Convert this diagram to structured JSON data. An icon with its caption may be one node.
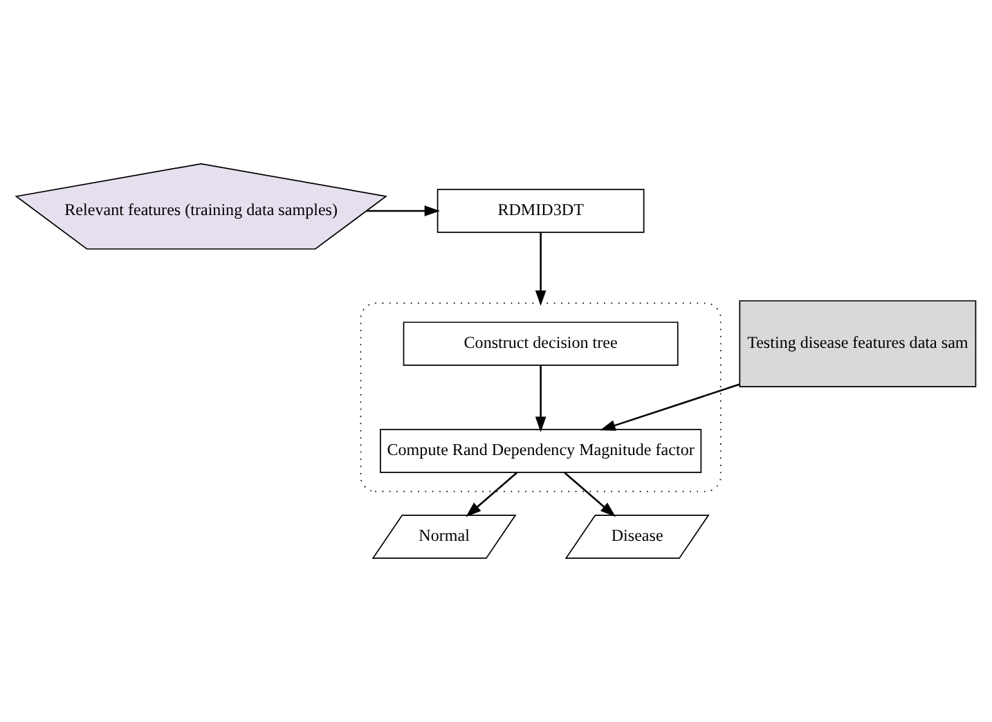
{
  "diagram": {
    "nodes": [
      {
        "text": [
          "Relevant features (training data samples)"
        ]
      },
      {
        "text": [
          "RDMID3DT"
        ]
      },
      {
        "text": [],
        "shape": "box"
      },
      {
        "text": [
          "Construct decision tree"
        ],
        "in": 2
      },
      {
        "text": [
          "Compute Rand Dependency Magnitude factor"
        ],
        "in": 2
      },
      {
        "text": [
          "Testing disease features data sam"
        ]
      },
      {
        "text": [
          "Normal"
        ]
      },
      {
        "text": [
          "Disease"
        ]
      }
    ],
    "edges": [
      {
        "from": 0,
        "to": 1,
        "arrow": "to"
      },
      {
        "from": 1,
        "to": 2,
        "arrow": "to"
      },
      {
        "from": 3,
        "to": 4,
        "arrow": "to"
      },
      {
        "from": 5,
        "to": 4,
        "arrow": "to"
      },
      {
        "from": 4,
        "to": 6,
        "arrow": "to"
      },
      {
        "from": 4,
        "to": 7,
        "arrow": "to"
      }
    ]
  }
}
